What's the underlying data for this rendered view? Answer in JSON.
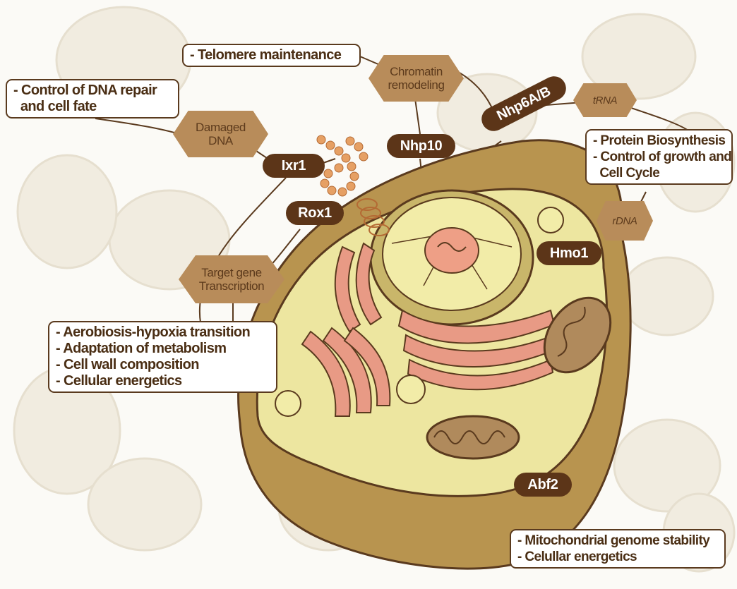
{
  "hexagons": {
    "chromatin": [
      "Chromatin",
      "remodeling"
    ],
    "damaged_dna": [
      "Damaged",
      "DNA"
    ],
    "target_gene": [
      "Target gene",
      "Transcription"
    ],
    "trna": "tRNA",
    "rdna": "rDNA"
  },
  "proteins": {
    "ixr1": "Ixr1",
    "rox1": "Rox1",
    "nhp10": "Nhp10",
    "nhp6ab": "Nhp6A/B",
    "hmo1": "Hmo1",
    "abf2": "Abf2"
  },
  "boxes": {
    "telomere": [
      "- Telomere maintenance"
    ],
    "dna_repair": [
      "- Control of DNA repair",
      "  and cell fate"
    ],
    "protein_bio": [
      "- Protein Biosynthesis",
      "- Control of growth and",
      "  Cell Cycle"
    ],
    "aerobiosis": [
      "- Aerobiosis-hypoxia transition",
      "- Adaptation of metabolism",
      "- Cell wall composition",
      "- Cellular energetics"
    ],
    "mito": [
      "- Mitochondrial genome stability",
      "- Celullar energetics"
    ]
  },
  "colors": {
    "cell_wall": "#b8944f",
    "cytoplasm": "#ede6a0",
    "organelle": "#e89a85",
    "protein_pill": "#5c3518",
    "hexagon": "#b88c5a",
    "background_cell": "#f1ece0"
  }
}
